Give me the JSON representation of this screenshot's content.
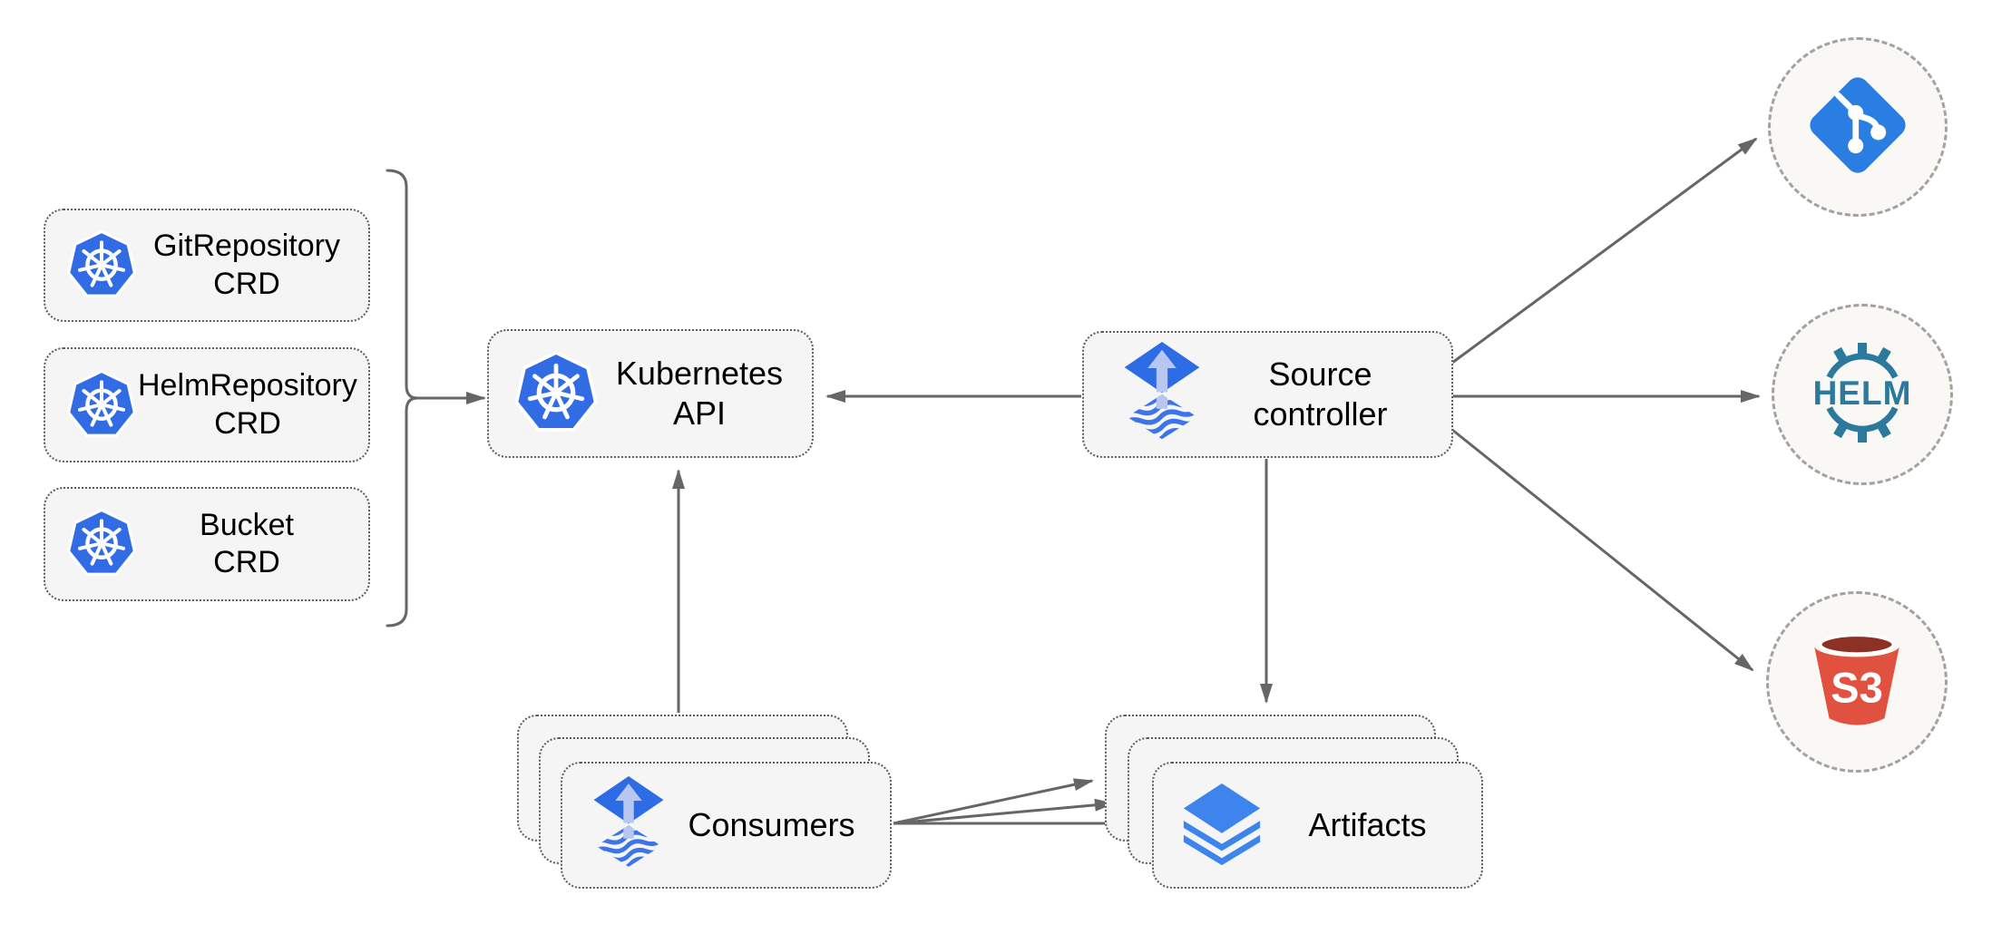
{
  "diagram": {
    "crd_boxes": [
      {
        "line1": "GitRepository",
        "line2": "CRD",
        "icon": "kubernetes-icon"
      },
      {
        "line1": "HelmRepository",
        "line2": "CRD",
        "icon": "kubernetes-icon"
      },
      {
        "line1": "Bucket",
        "line2": "CRD",
        "icon": "kubernetes-icon"
      }
    ],
    "kubernetes_api": {
      "label": "Kubernetes API",
      "icon": "kubernetes-icon"
    },
    "source_controller": {
      "line1": "Source",
      "line2": "controller",
      "icon": "flux-icon"
    },
    "consumers": {
      "label": "Consumers",
      "icon": "flux-icon",
      "stacked": true
    },
    "artifacts": {
      "label": "Artifacts",
      "icon": "layers-icon",
      "stacked": true
    },
    "remotes": {
      "git": {
        "icon": "git-icon"
      },
      "helm": {
        "icon": "helm-icon",
        "text": "HELM"
      },
      "s3": {
        "icon": "s3-icon",
        "text": "S3"
      }
    },
    "colors": {
      "kubernetes_blue": "#326ce5",
      "flux_blue": "#2e6ce6",
      "flux_arrow_light": "#b8c7f2",
      "flux_wave_blue": "#3d74ea",
      "layers_blue": "#3d85ec",
      "git_blue": "#2a7de1",
      "helm_teal": "#2b7a9e",
      "s3_red": "#e0523f",
      "s3_dark_red": "#8c3123",
      "line_gray": "#666666",
      "node_fill": "#f5f5f5",
      "endpoint_fill": "#f9f8f5"
    }
  }
}
